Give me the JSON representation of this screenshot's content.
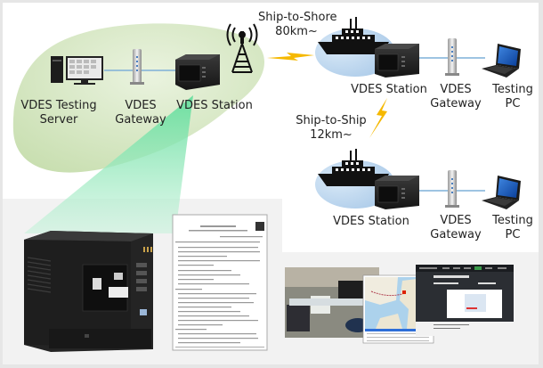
{
  "diagram": {
    "shore_site": {
      "nodes": [
        {
          "id": "testing-server",
          "label_line1": "VDES  Testing",
          "label_line2": "Server"
        },
        {
          "id": "gateway",
          "label_line1": "VDES",
          "label_line2": "Gateway"
        },
        {
          "id": "station",
          "label_line1": "VDES  Station",
          "label_line2": ""
        }
      ]
    },
    "links": {
      "ship_to_shore": {
        "line1": "Ship-to-Shore",
        "line2": "80km~"
      },
      "ship_to_ship": {
        "line1": "Ship-to-Ship",
        "line2": "12km~"
      }
    },
    "ship1": {
      "station": {
        "label_line1": "VDES  Station"
      },
      "gateway": {
        "label_line1": "VDES",
        "label_line2": "Gateway"
      },
      "pc": {
        "label_line1": "Testing",
        "label_line2": "PC"
      }
    },
    "ship2": {
      "station": {
        "label_line1": "VDES  Station"
      },
      "gateway": {
        "label_line1": "VDES",
        "label_line2": "Gateway"
      },
      "pc": {
        "label_line1": "Testing",
        "label_line2": "PC"
      }
    },
    "colors": {
      "shore_zone": "#cfe3b9",
      "beam": "#7fe6b0",
      "ship_zone": "#bcd6ee",
      "link_line": "#7fb0d8",
      "lightning": "#f5b800",
      "device": "#1f1f1f",
      "background_gray": "#f2f2f2"
    }
  },
  "photos": {
    "hardware_caption": "",
    "document_caption": "",
    "screens_caption": ""
  }
}
